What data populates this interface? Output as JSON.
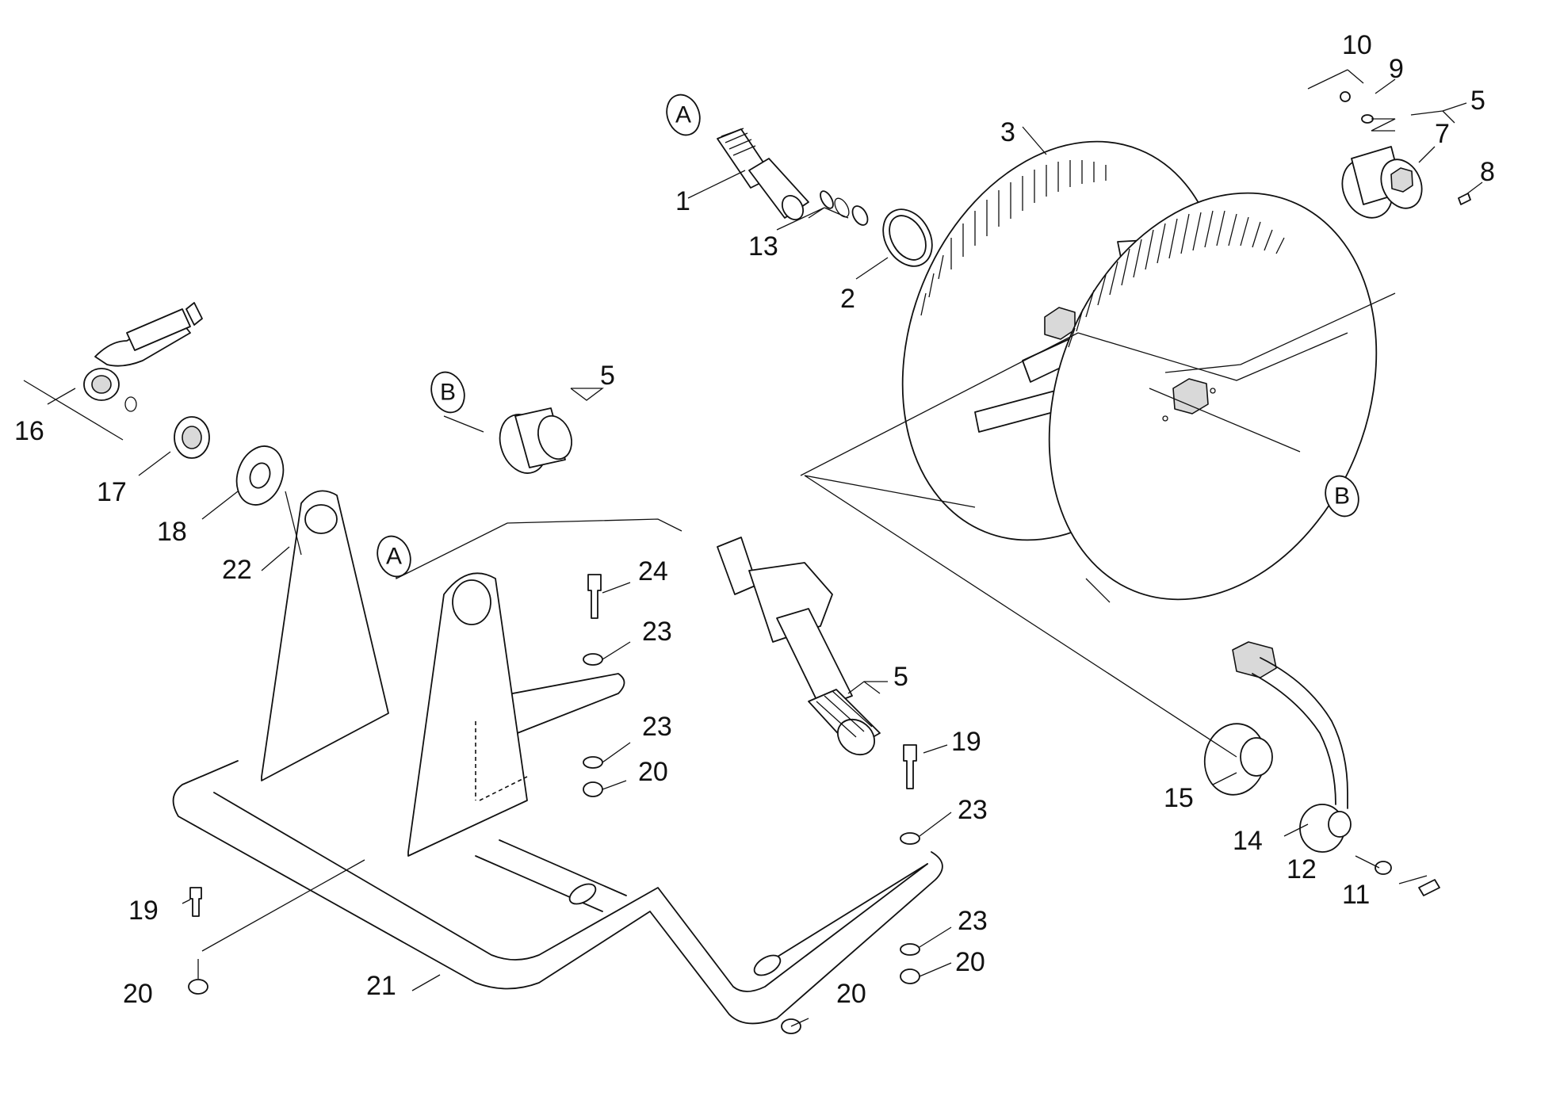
{
  "parts": [
    {
      "id": "p1",
      "label": "1"
    },
    {
      "id": "p2",
      "label": "2"
    },
    {
      "id": "p3",
      "label": "3"
    },
    {
      "id": "p5a",
      "label": "5"
    },
    {
      "id": "p5b",
      "label": "5"
    },
    {
      "id": "p5c",
      "label": "5"
    },
    {
      "id": "p7",
      "label": "7"
    },
    {
      "id": "p8",
      "label": "8"
    },
    {
      "id": "p9",
      "label": "9"
    },
    {
      "id": "p10",
      "label": "10"
    },
    {
      "id": "p11",
      "label": "11"
    },
    {
      "id": "p12",
      "label": "12"
    },
    {
      "id": "p13",
      "label": "13"
    },
    {
      "id": "p14",
      "label": "14"
    },
    {
      "id": "p15",
      "label": "15"
    },
    {
      "id": "p16",
      "label": "16"
    },
    {
      "id": "p17",
      "label": "17"
    },
    {
      "id": "p18",
      "label": "18"
    },
    {
      "id": "p19a",
      "label": "19"
    },
    {
      "id": "p19b",
      "label": "19"
    },
    {
      "id": "p20a",
      "label": "20"
    },
    {
      "id": "p20b",
      "label": "20"
    },
    {
      "id": "p20c",
      "label": "20"
    },
    {
      "id": "p20d",
      "label": "20"
    },
    {
      "id": "p21",
      "label": "21"
    },
    {
      "id": "p22",
      "label": "22"
    },
    {
      "id": "p23a",
      "label": "23"
    },
    {
      "id": "p23b",
      "label": "23"
    },
    {
      "id": "p23c",
      "label": "23"
    },
    {
      "id": "p23d",
      "label": "23"
    },
    {
      "id": "p24",
      "label": "24"
    }
  ],
  "references": [
    {
      "id": "refA1",
      "label": "A"
    },
    {
      "id": "refA2",
      "label": "A"
    },
    {
      "id": "refB1",
      "label": "B"
    },
    {
      "id": "refB2",
      "label": "B"
    }
  ]
}
